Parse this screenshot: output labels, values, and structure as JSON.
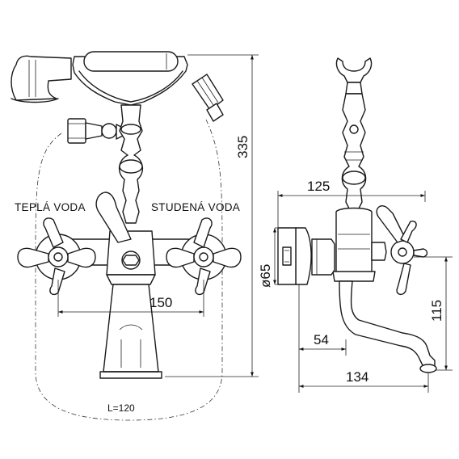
{
  "labels": {
    "hot_water": "TEPLÁ VODA",
    "cold_water": "STUDENÁ VODA",
    "spout_length": "L=120"
  },
  "dimensions": {
    "height_total": "335",
    "handle_spacing": "150",
    "projection_125": "125",
    "flange_diameter": "ø65",
    "outlet_54": "54",
    "depth_134": "134",
    "height_115": "115"
  }
}
